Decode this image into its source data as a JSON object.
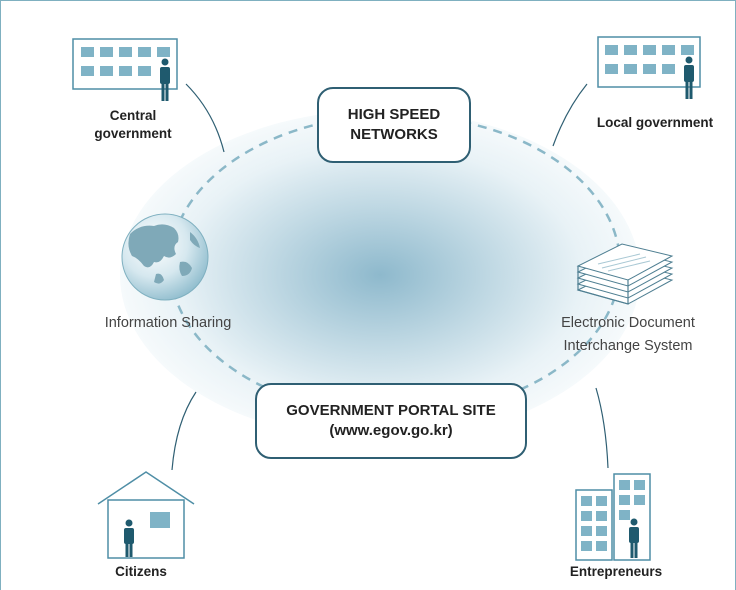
{
  "nodes": {
    "central_government": {
      "line1": "Central",
      "line2": "government"
    },
    "local_government": {
      "label": "Local government"
    },
    "citizens": {
      "label": "Citizens"
    },
    "entrepreneurs": {
      "label": "Entrepreneurs"
    },
    "information_sharing": {
      "label": "Information Sharing"
    },
    "edi_system": {
      "line1": "Electronic Document",
      "line2": "Interchange System"
    }
  },
  "boxes": {
    "networks": {
      "line1": "HIGH SPEED",
      "line2": "NETWORKS"
    },
    "portal": {
      "line1": "GOVERNMENT PORTAL SITE",
      "line2": "(www.egov.go.kr)"
    }
  },
  "colors": {
    "frame": "#7fb0c0",
    "box_border": "#2f5f73",
    "icon_blue": "#6fa7bd",
    "ring_dash": "#8bb8c8"
  },
  "icons": [
    "building-icon",
    "person-icon",
    "globe-icon",
    "documents-icon",
    "house-icon",
    "office-towers-icon"
  ]
}
